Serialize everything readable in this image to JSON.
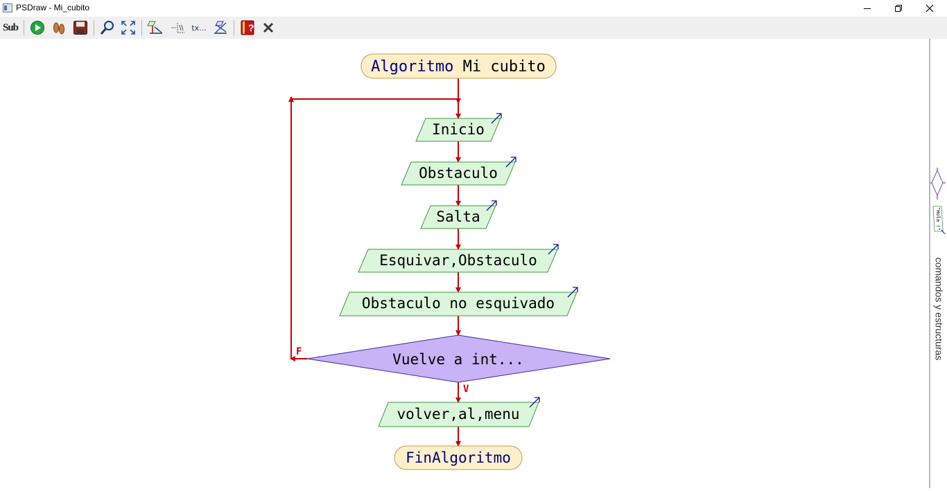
{
  "window": {
    "title": "PSDraw - Mi_cubito"
  },
  "toolbar": {
    "sub_label": "Sub",
    "text_label": "tx..."
  },
  "flowchart": {
    "start_keyword": "Algoritmo",
    "start_name": "Mi cubito",
    "steps": [
      "Inicio",
      "Obstaculo",
      "Salta",
      "Esquivar,Obstaculo",
      "Obstaculo no esquivado"
    ],
    "decision": "Vuelve a int...",
    "false_label": "F",
    "true_label": "V",
    "final_step": "volver,al,menu",
    "end_keyword": "FinAlgoritmo"
  },
  "side_panel": {
    "label": "comandos y estructuras",
    "palette_text": "\"Hola !\""
  },
  "colors": {
    "terminal_fill": "#fff0cc",
    "terminal_stroke": "#c89a48",
    "io_fill": "#dcf6dc",
    "io_stroke": "#3c9a3c",
    "decision_fill": "#c9b3f7",
    "decision_stroke": "#3a2aa0",
    "connector": "#cc0000",
    "keyword": "#000080"
  }
}
